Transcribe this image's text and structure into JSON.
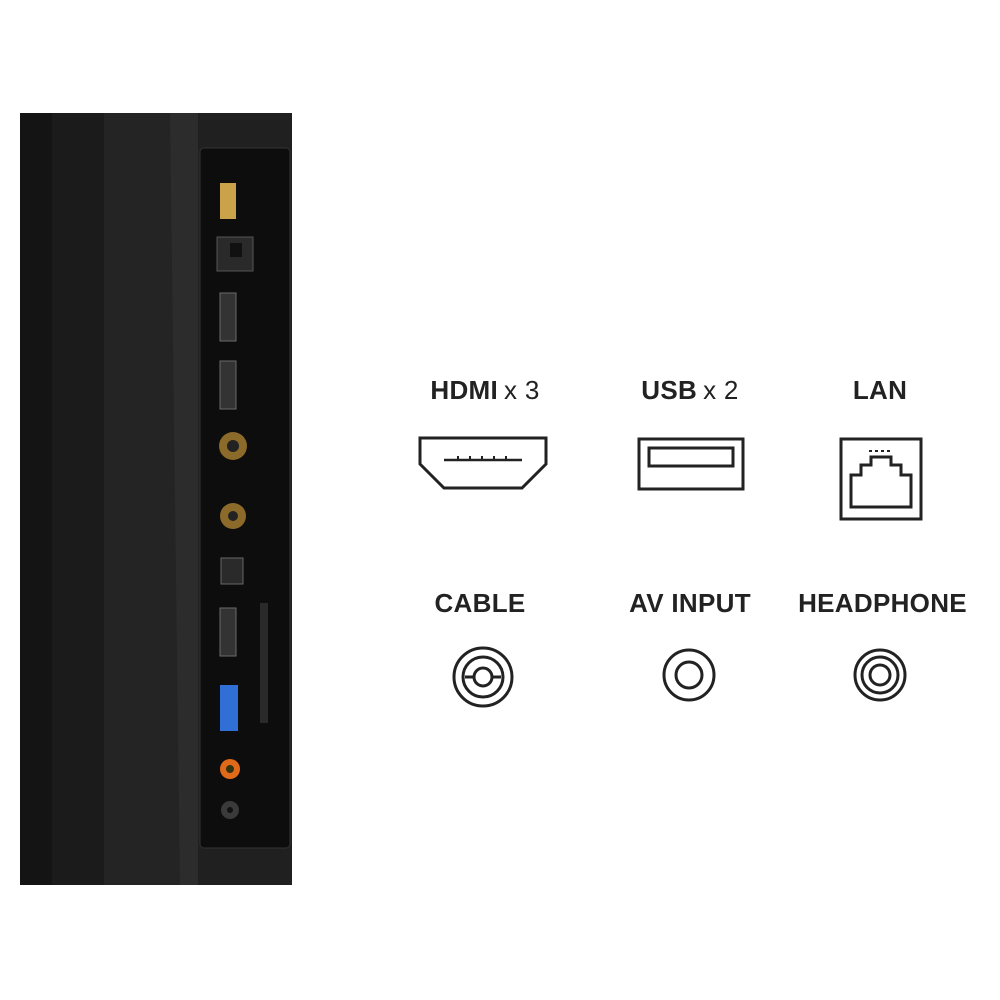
{
  "ports": [
    {
      "label": "HDMI",
      "multiplier": "x 3",
      "icon": "hdmi-port-icon"
    },
    {
      "label": "USB",
      "multiplier": "x 2",
      "icon": "usb-port-icon"
    },
    {
      "label": "LAN",
      "multiplier": "",
      "icon": "lan-port-icon"
    },
    {
      "label": "CABLE",
      "multiplier": "",
      "icon": "cable-port-icon"
    },
    {
      "label": "AV INPUT",
      "multiplier": "",
      "icon": "av-input-port-icon"
    },
    {
      "label": "HEADPHONE",
      "multiplier": "",
      "icon": "headphone-port-icon"
    }
  ],
  "colors": {
    "background": "#ffffff",
    "tv_body": "#1c1c1c",
    "icon_stroke": "#222222",
    "usb3_blue": "#2f6fd6",
    "av_orange": "#e06a1a"
  }
}
